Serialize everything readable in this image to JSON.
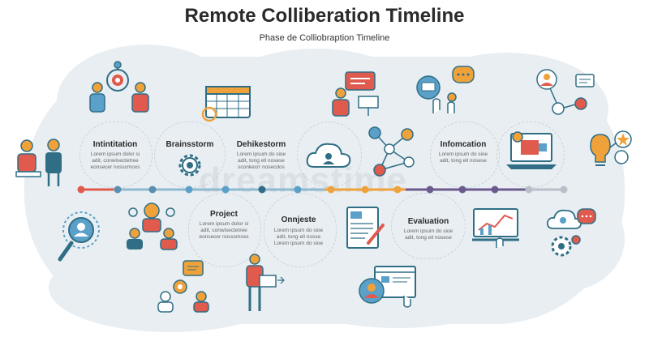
{
  "header": {
    "title": "Remote Colliberation Timeline",
    "subtitle": "Phase de Colliobraption Timeline"
  },
  "watermark": "dreamstime",
  "phases_top": [
    {
      "label": "Intintitation",
      "desc": [
        "Lorem ipsum dolor si",
        "adit, conwisectetree",
        "eonsecer nosscmoxs"
      ]
    },
    {
      "label": "Brainsstorm",
      "desc": []
    },
    {
      "label": "Dehikestorm",
      "desc": [
        "Lorem ipsum do sioe",
        "adit, tong ell nosese",
        "sconkecrr nosecdos"
      ]
    },
    {
      "label": "Infomcation",
      "desc": [
        "Lorem ipsum do sioe",
        "adit, tong ell nosese"
      ]
    }
  ],
  "phases_bottom": [
    {
      "label": "Project",
      "desc": [
        "Lorem ipsum dolor si",
        "adit, conwisectetree",
        "eonsecer nosscmoxs"
      ]
    },
    {
      "label": "Onnjeste",
      "desc": [
        "Lorem ipsum do sioe",
        "adit, tong ell nosse",
        "Lorem ipsum do sioe"
      ]
    },
    {
      "label": "Evaluation",
      "desc": [
        "Lorem ipsum do sioe",
        "adit, tong ell nosese"
      ]
    }
  ],
  "colors": {
    "cloud": "#e9eef2",
    "teal": "#2f6e85",
    "red": "#e05a4e",
    "orange": "#f0a23a",
    "blue_line": "#5aa0c8",
    "purple": "#6b5a8e",
    "gray": "#b7c0c8"
  },
  "icons": [
    "team-target-icon",
    "calendar-icon",
    "presenter-icon",
    "touch-chat-icon",
    "network-people-icon",
    "desk-worker-icon",
    "gear-icon",
    "cloud-user-icon",
    "node-network-icon",
    "laptop-chart-icon",
    "lightbulb-icon",
    "magnifier-user-icon",
    "team-idea-icon",
    "chat-team-icon",
    "presenter-board-icon",
    "document-pen-icon",
    "profile-window-icon",
    "tablet-chart-icon",
    "cloud-chat-gear-icon"
  ]
}
